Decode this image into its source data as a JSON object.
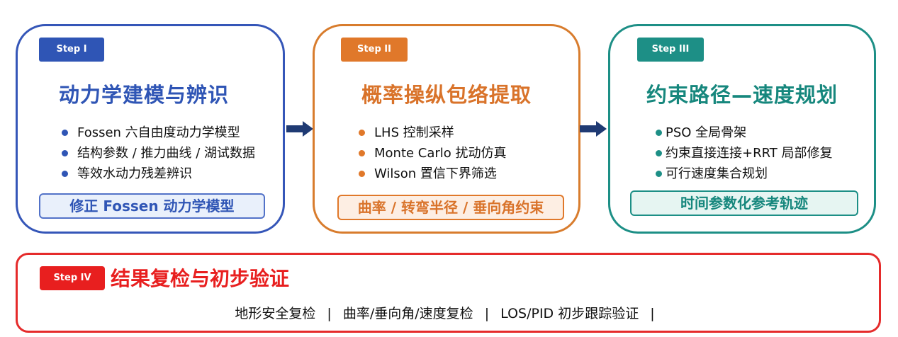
{
  "steps": [
    {
      "badge": "Step I",
      "title": "动力学建模与辨识",
      "bullets": [
        "Fossen 六自由度动力学模型",
        "结构参数 / 推力曲线 / 湖试数据",
        "等效水动力残差辨识"
      ],
      "output": "修正 Fossen 动力学模型",
      "color": "#2f55b5"
    },
    {
      "badge": "Step II",
      "title": "概率操纵包络提取",
      "bullets": [
        "LHS 控制采样",
        "Monte Carlo 扰动仿真",
        "Wilson 置信下界筛选"
      ],
      "output": "曲率 / 转弯半径 / 垂向角约束",
      "color": "#e0782a"
    },
    {
      "badge": "Step III",
      "title": "约束路径—速度规划",
      "bullets": [
        "PSO 全局骨架",
        "约束直接连接+RRT 局部修复",
        "可行速度集合规划"
      ],
      "output": "时间参数化参考轨迹",
      "color": "#1d8f86"
    }
  ],
  "step4": {
    "badge": "Step IV",
    "title": "结果复检与初步验证",
    "checks": [
      "地形安全复检",
      "曲率/垂向角/速度复检",
      "LOS/PID 初步跟踪验证"
    ],
    "separator": "|",
    "color": "#e81f1f"
  },
  "arrows": {
    "icon": "right-arrow-icon",
    "color": "#1f3a73"
  }
}
